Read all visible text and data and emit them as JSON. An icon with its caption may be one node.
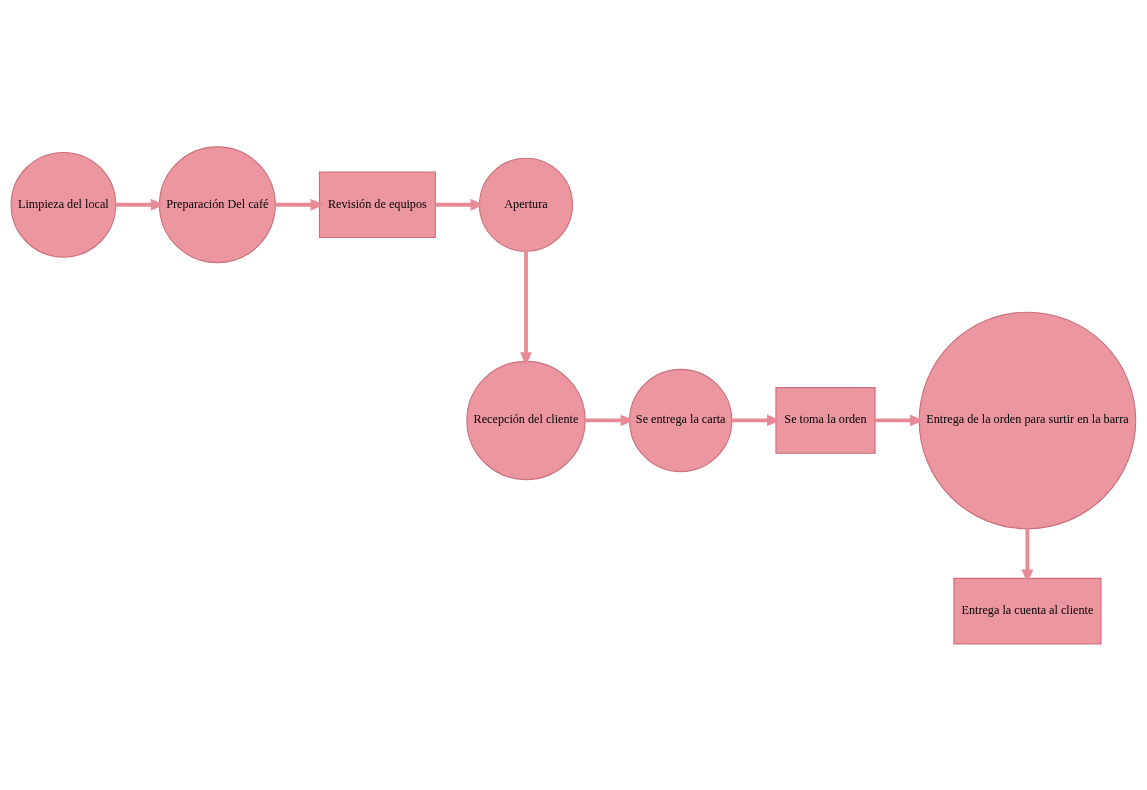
{
  "diagram": {
    "nodes": [
      {
        "text": [
          "Limpieza del local"
        ]
      },
      {
        "text": [
          "Preparación Del café"
        ]
      },
      {
        "text": [
          "Revisión de equipos"
        ]
      },
      {
        "text": [
          "Apertura"
        ]
      },
      {
        "text": [
          "Recepción del cliente"
        ]
      },
      {
        "text": [
          "Se entrega la carta"
        ]
      },
      {
        "text": [
          "Se toma la orden"
        ]
      },
      {
        "text": [
          "Entrega de la orden para surtir en la barra"
        ]
      },
      {
        "text": [
          "Entrega la cuenta al cliente"
        ]
      }
    ],
    "edges": [
      {
        "from": 0,
        "to": 1,
        "arrow": "to"
      },
      {
        "from": 1,
        "to": 2,
        "arrow": "to"
      },
      {
        "from": 2,
        "to": 3,
        "arrow": "to"
      },
      {
        "from": 3,
        "to": 4,
        "arrow": "to"
      },
      {
        "from": 4,
        "to": 5,
        "arrow": "to"
      },
      {
        "from": 5,
        "to": 6,
        "arrow": "to"
      },
      {
        "from": 6,
        "to": 7,
        "arrow": "to"
      },
      {
        "from": 7,
        "to": 8,
        "arrow": "to"
      }
    ]
  }
}
